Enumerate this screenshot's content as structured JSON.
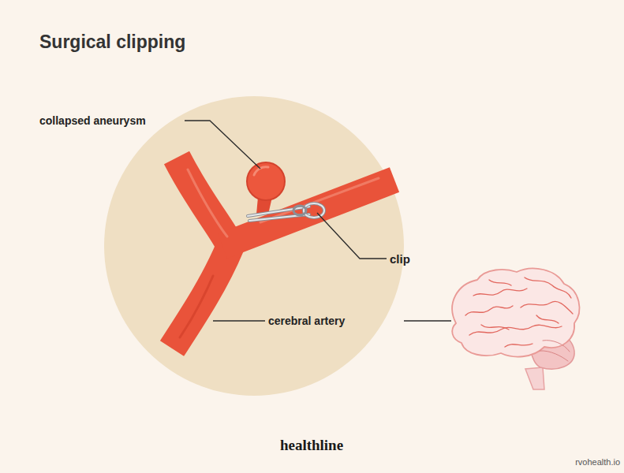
{
  "diagram": {
    "title": "Surgical clipping",
    "labels": [
      "collapsed aneurysm",
      "clip",
      "cerebral artery",
      "healthline",
      "rvohealth.io"
    ]
  }
}
